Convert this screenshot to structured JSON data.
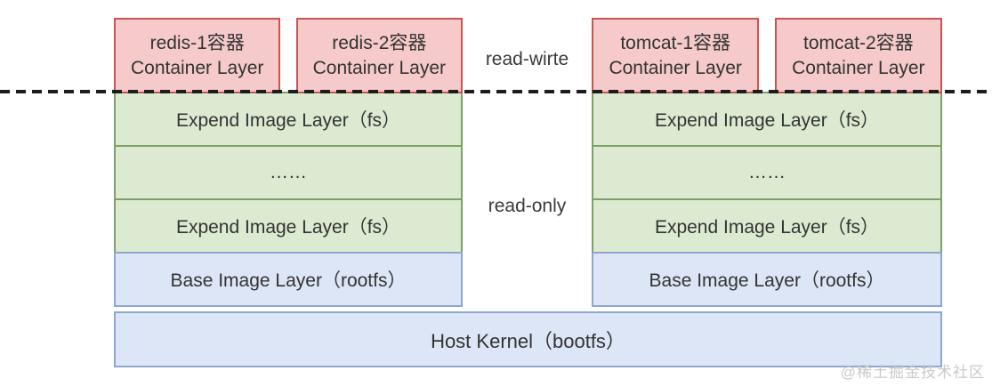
{
  "diagram": {
    "title_semantic": "docker-image-container-layers",
    "labels": {
      "read_write": "read-wirte",
      "read_only": "read-only"
    },
    "stacks": [
      {
        "side": "left",
        "containers": [
          {
            "line1": "redis-1容器",
            "line2": "Container Layer"
          },
          {
            "line1": "redis-2容器",
            "line2": "Container Layer"
          }
        ],
        "image_layers": [
          "Expend Image Layer（fs）",
          "……",
          "Expend Image Layer（fs）"
        ],
        "base_layer": "Base Image Layer（rootfs）"
      },
      {
        "side": "right",
        "containers": [
          {
            "line1": "tomcat-1容器",
            "line2": "Container Layer"
          },
          {
            "line1": "tomcat-2容器",
            "line2": "Container Layer"
          }
        ],
        "image_layers": [
          "Expend Image Layer（fs）",
          "……",
          "Expend Image Layer（fs）"
        ],
        "base_layer": "Base Image Layer（rootfs）"
      }
    ],
    "host_kernel": "Host Kernel（bootfs）",
    "watermark": "@稀土掘金技术社区",
    "colors": {
      "container_fill": "#f6caca",
      "container_border": "#cb544e",
      "image_fill": "#dcead2",
      "image_border": "#7ca163",
      "base_fill": "#dde6f6",
      "base_border": "#8ea7d0",
      "dash_line": "#1c1c1c",
      "text": "#333333",
      "watermark_text": "#c9c9c9"
    }
  }
}
